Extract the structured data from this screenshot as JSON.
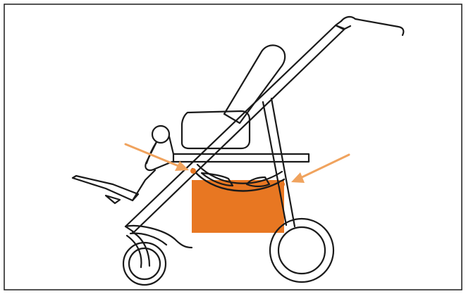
{
  "diagram": {
    "subject": "",
    "colors": {
      "line": "#1a1a1a",
      "accent": "#e87722",
      "basket": "#e87722",
      "background": "#ffffff"
    },
    "callouts": [
      {
        "name": "left-arrow",
        "target": "left-attachment-point"
      },
      {
        "name": "right-arrow",
        "target": "right-attachment-point"
      }
    ]
  }
}
